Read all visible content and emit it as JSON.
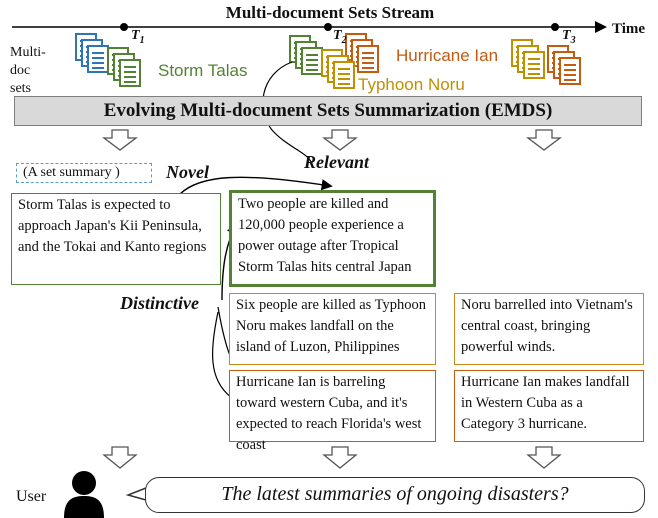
{
  "stream": {
    "title": "Multi-document Sets Stream",
    "time_label": "Time",
    "t1": "T",
    "t1_sub": "1",
    "t2": "T",
    "t2_sub": "2",
    "t3": "T",
    "t3_sub": "3"
  },
  "sets": {
    "multidoc_line1": "Multi-doc",
    "multidoc_line2": "sets",
    "storm_talas": "Storm Talas",
    "hurricane_ian": "Hurricane Ian",
    "typhoon_noru": "Typhoon Noru"
  },
  "emds_title": "Evolving Multi-document Sets Summarization (EMDS)",
  "labels": {
    "set_summary": "(A set summary )",
    "novel": "Novel",
    "relevant": "Relevant",
    "distinctive": "Distinctive"
  },
  "summaries": {
    "t1_talas": "Storm Talas is expected to approach Japan's Kii Peninsula, and the Tokai and Kanto regions",
    "t2_talas": "Two people are killed and 120,000 people experience a power outage after Tropical Storm Talas hits central Japan",
    "t2_noru": "Six people are killed as Typhoon Noru makes landfall on the island of Luzon, Philippines",
    "t2_ian": "Hurricane Ian is barreling toward western Cuba, and it's expected to reach Florida's west coast",
    "t3_noru": "Noru barrelled into Vietnam's central coast, bringing powerful winds.",
    "t3_ian": "Hurricane Ian makes landfall in Western Cuba as a Category 3 hurricane."
  },
  "user": {
    "label": "User",
    "query": "The latest summaries of ongoing disasters?"
  },
  "colors": {
    "green": "#548235",
    "orange": "#c55a11",
    "yellow": "#bf9000",
    "blue": "#2e75b6",
    "emds_fill": "#d9d9d9"
  }
}
